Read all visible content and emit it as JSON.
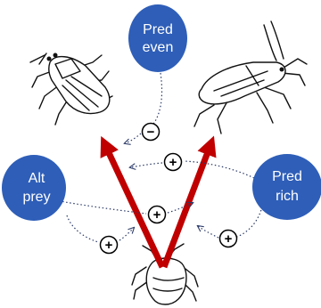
{
  "nodes": {
    "pred_even": {
      "line1": "Pred",
      "line2": "even"
    },
    "alt_prey": {
      "line1": "Alt",
      "line2": "prey"
    },
    "pred_rich": {
      "line1": "Pred",
      "line2": "rich"
    }
  },
  "signs": {
    "minus_even": "−",
    "plus_top": "+",
    "plus_center": "+",
    "plus_alt": "+",
    "plus_rich": "+"
  },
  "colors": {
    "node_fill": "#2E5EB8",
    "main_arrow": "#C00000",
    "dotted_arrow": "#2B3A67"
  },
  "illustrations": {
    "top_left": "predatory-bug-drawing",
    "top_right": "assassin-bug-drawing",
    "bottom": "aphid-prey-drawing"
  }
}
